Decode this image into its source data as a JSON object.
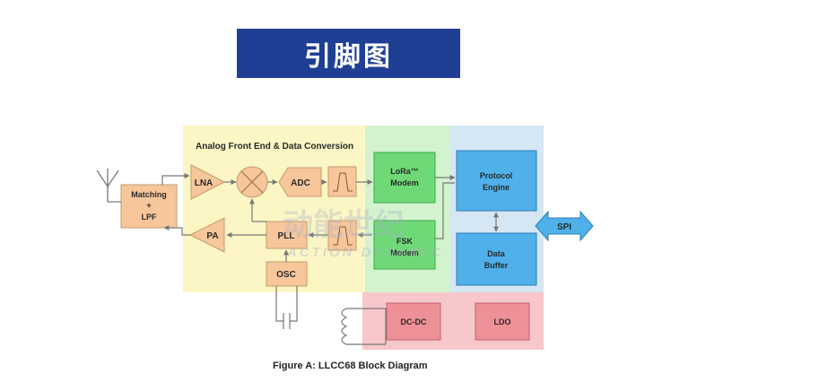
{
  "banner": {
    "title": "引脚图"
  },
  "diagram": {
    "section_title": "Analog Front End & Data Conversion",
    "blocks": {
      "matching_lpf": [
        "Matching",
        "+",
        "LPF"
      ],
      "lna": "LNA",
      "adc": "ADC",
      "pa": "PA",
      "pll": "PLL",
      "osc": "OSC",
      "lora_modem": [
        "LoRa™",
        "Modem"
      ],
      "fsk_modem": [
        "FSK",
        "Modem"
      ],
      "protocol_engine": [
        "Protocol",
        "Engine"
      ],
      "data_buffer": [
        "Data",
        "Buffer"
      ],
      "spi": "SPI",
      "dcdc": "DC-DC",
      "ldo": "LDO"
    },
    "watermark": {
      "cn": "动能世纪",
      "en": "ACTION DYNAMIC"
    },
    "colors": {
      "analog_region": "#fbf6c4",
      "modem_region": "#d2f3cd",
      "digital_region": "#d5e6f4",
      "power_region": "#f7c7cb",
      "orange_block": "#f7c69b",
      "green_block": "#6fd977",
      "blue_block": "#4fb0ea",
      "pink_block": "#ee9097"
    }
  },
  "caption": "Figure A: LLCC68 Block Diagram"
}
